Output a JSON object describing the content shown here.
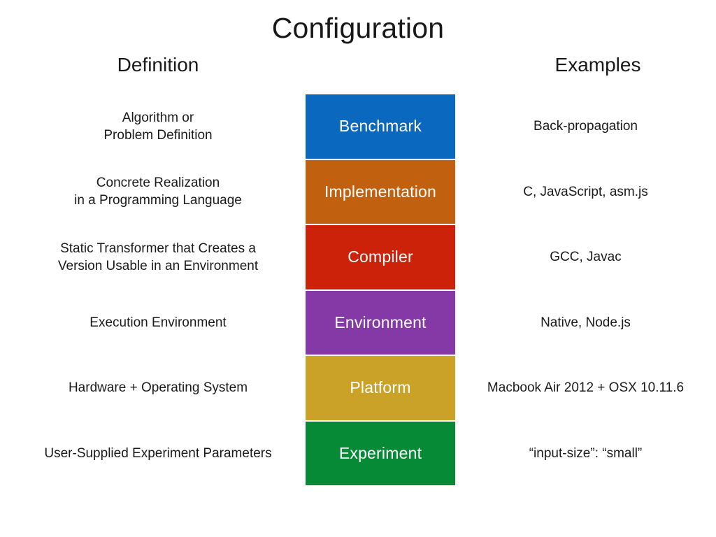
{
  "title": "Configuration",
  "columns": {
    "definition_header": "Definition",
    "examples_header": "Examples"
  },
  "layers": [
    {
      "name": "Benchmark",
      "definition": "Algorithm or\nProblem Definition",
      "example": "Back-propagation",
      "color": "#0a69be"
    },
    {
      "name": "Implementation",
      "definition": "Concrete Realization\nin a Programming Language",
      "example": "C, JavaScript, asm.js",
      "color": "#c1600f"
    },
    {
      "name": "Compiler",
      "definition": "Static Transformer that Creates a\nVersion Usable in an Environment",
      "example": "GCC, Javac",
      "color": "#cc2209"
    },
    {
      "name": "Environment",
      "definition": "Execution Environment",
      "example": "Native, Node.js",
      "color": "#8439a6"
    },
    {
      "name": "Platform",
      "definition": "Hardware + Operating System",
      "example": "Macbook Air 2012 + OSX 10.11.6",
      "color": "#c9a227"
    },
    {
      "name": "Experiment",
      "definition": "User-Supplied Experiment Parameters",
      "example": "“input-size”: “small”",
      "color": "#068a36"
    }
  ],
  "background_color": "#ffffff",
  "block_text_color": "#ffffff",
  "body_text_color": "#1a1a1a"
}
